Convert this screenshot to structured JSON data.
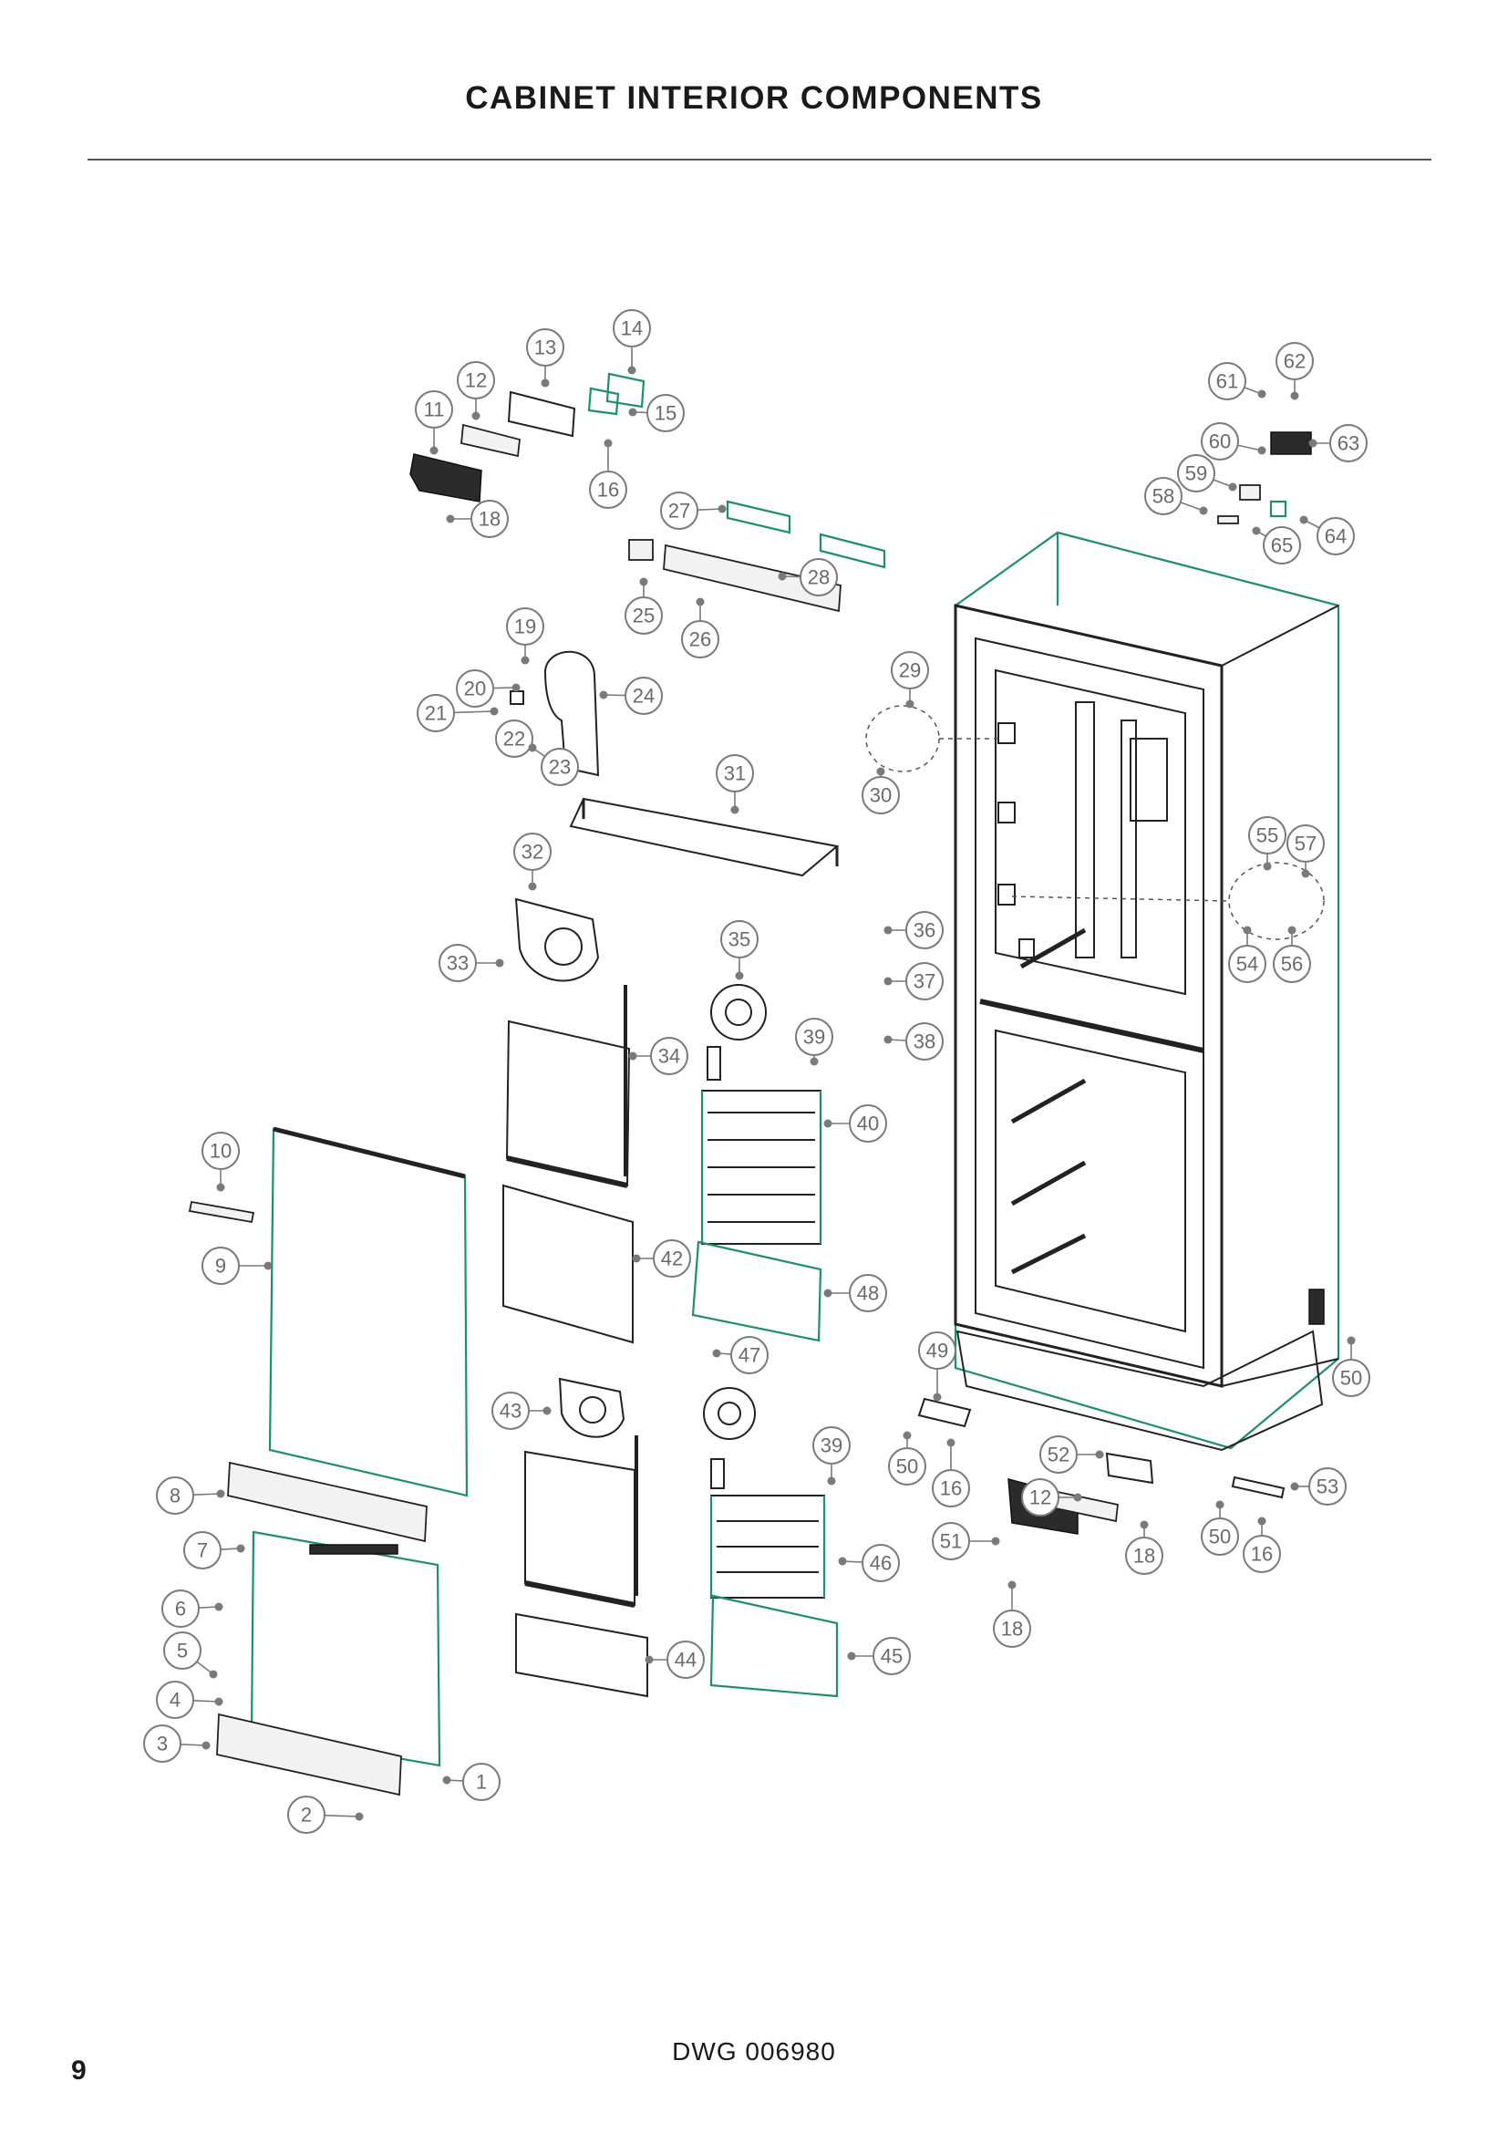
{
  "page_title": "CABINET INTERIOR COMPONENTS",
  "drawing_number": "DWG 006980",
  "page_number": "9",
  "accent_color": "#1f8f6a",
  "callouts": [
    {
      "label": "1"
    },
    {
      "label": "2"
    },
    {
      "label": "3"
    },
    {
      "label": "4"
    },
    {
      "label": "5"
    },
    {
      "label": "6"
    },
    {
      "label": "7"
    },
    {
      "label": "8"
    },
    {
      "label": "9"
    },
    {
      "label": "10"
    },
    {
      "label": "11"
    },
    {
      "label": "12"
    },
    {
      "label": "13"
    },
    {
      "label": "14"
    },
    {
      "label": "15"
    },
    {
      "label": "16"
    },
    {
      "label": "18"
    },
    {
      "label": "19"
    },
    {
      "label": "20"
    },
    {
      "label": "21"
    },
    {
      "label": "22"
    },
    {
      "label": "23"
    },
    {
      "label": "24"
    },
    {
      "label": "25"
    },
    {
      "label": "26"
    },
    {
      "label": "27"
    },
    {
      "label": "28"
    },
    {
      "label": "29"
    },
    {
      "label": "30"
    },
    {
      "label": "31"
    },
    {
      "label": "32"
    },
    {
      "label": "33"
    },
    {
      "label": "34"
    },
    {
      "label": "35"
    },
    {
      "label": "36"
    },
    {
      "label": "37"
    },
    {
      "label": "38"
    },
    {
      "label": "39"
    },
    {
      "label": "40"
    },
    {
      "label": "42"
    },
    {
      "label": "43"
    },
    {
      "label": "44"
    },
    {
      "label": "45"
    },
    {
      "label": "46"
    },
    {
      "label": "47"
    },
    {
      "label": "48"
    },
    {
      "label": "49"
    },
    {
      "label": "50"
    },
    {
      "label": "50"
    },
    {
      "label": "50"
    },
    {
      "label": "51"
    },
    {
      "label": "52"
    },
    {
      "label": "53"
    },
    {
      "label": "54"
    },
    {
      "label": "55"
    },
    {
      "label": "56"
    },
    {
      "label": "57"
    },
    {
      "label": "58"
    },
    {
      "label": "59"
    },
    {
      "label": "60"
    },
    {
      "label": "61"
    },
    {
      "label": "62"
    },
    {
      "label": "63"
    },
    {
      "label": "64"
    },
    {
      "label": "65"
    },
    {
      "label": "16"
    },
    {
      "label": "16"
    },
    {
      "label": "12"
    },
    {
      "label": "18"
    },
    {
      "label": "18"
    },
    {
      "label": "39"
    }
  ]
}
